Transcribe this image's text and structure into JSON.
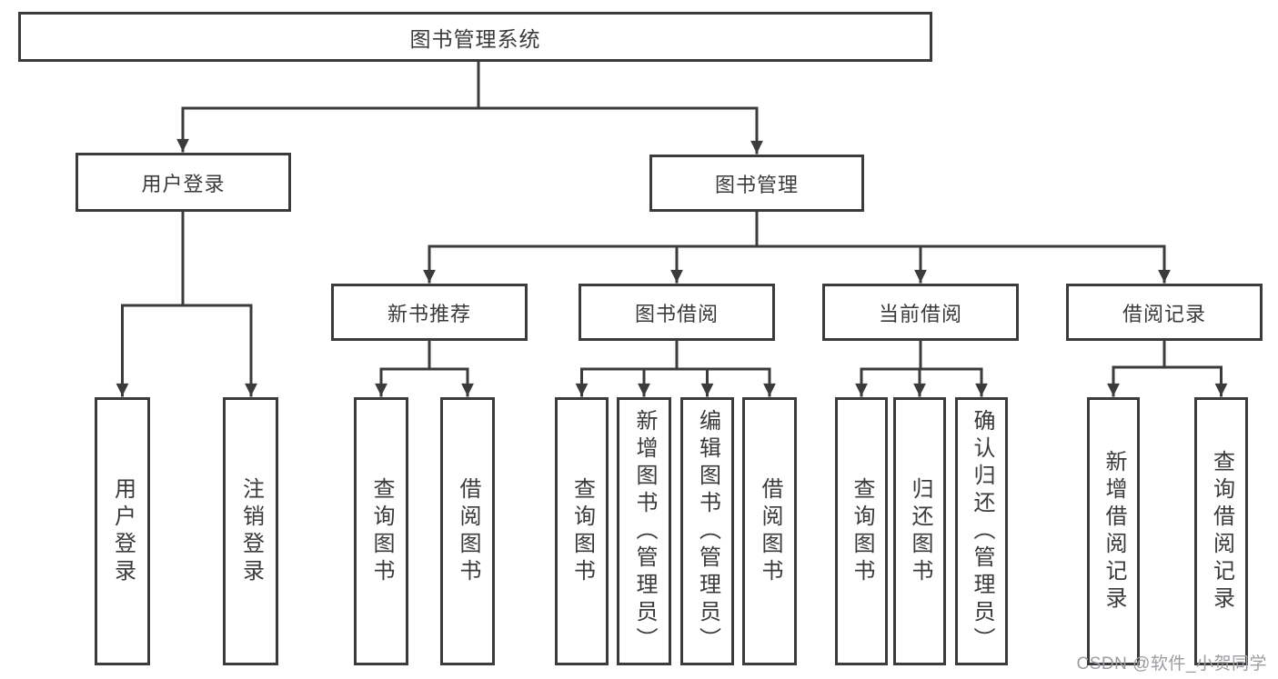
{
  "diagram": {
    "root": {
      "label": "图书管理系统"
    },
    "level2": [
      {
        "label": "用户登录",
        "children": [
          {
            "label": "用户登录"
          },
          {
            "label": "注销登录"
          }
        ]
      },
      {
        "label": "图书管理",
        "children": [
          {
            "label": "新书推荐",
            "children": [
              {
                "label": "查询图书"
              },
              {
                "label": "借阅图书"
              }
            ]
          },
          {
            "label": "图书借阅",
            "children": [
              {
                "label": "查询图书"
              },
              {
                "label": "新增图书（管理员）"
              },
              {
                "label": "编辑图书（管理员）"
              },
              {
                "label": "借阅图书"
              }
            ]
          },
          {
            "label": "当前借阅",
            "children": [
              {
                "label": "查询图书"
              },
              {
                "label": "归还图书"
              },
              {
                "label": "确认归还（管理员）"
              }
            ]
          },
          {
            "label": "借阅记录",
            "children": [
              {
                "label": "新增借阅记录"
              },
              {
                "label": "查询借阅记录"
              }
            ]
          }
        ]
      }
    ]
  },
  "watermark": {
    "text": "CSDN @软件_小贺同学"
  },
  "colors": {
    "line": "#3b3b3b",
    "text": "#3a3a3a",
    "watermark": "#9c9ca1",
    "background": "#ffffff"
  }
}
